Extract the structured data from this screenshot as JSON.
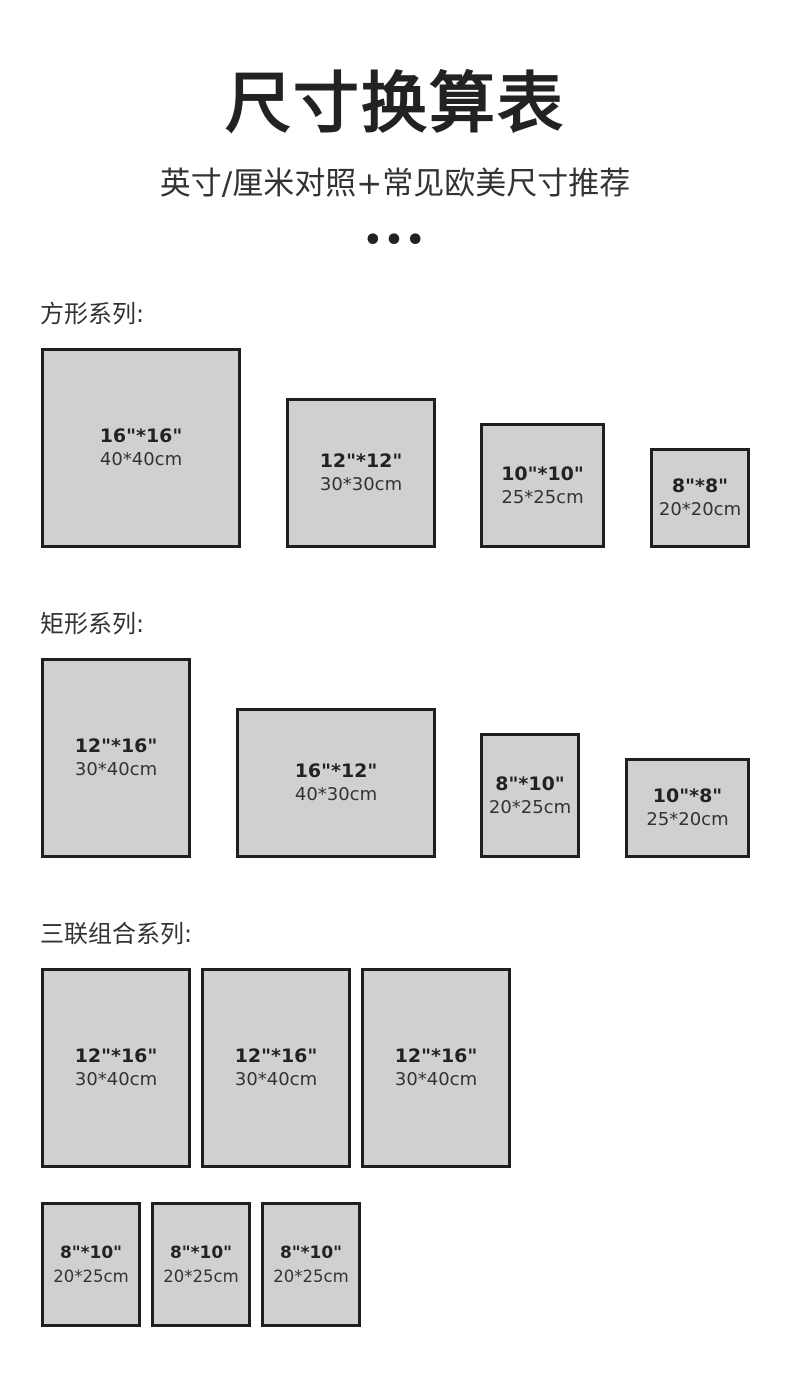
{
  "header": {
    "title": "尺寸换算表",
    "subtitle": "英寸/厘米对照+常见欧美尺寸推荐",
    "dots": "•••"
  },
  "square_series": {
    "label": "方形系列:",
    "frames": [
      {
        "inch": "16\"*16\"",
        "cm": "40*40cm"
      },
      {
        "inch": "12\"*12\"",
        "cm": "30*30cm"
      },
      {
        "inch": "10\"*10\"",
        "cm": "25*25cm"
      },
      {
        "inch": "8\"*8\"",
        "cm": "20*20cm"
      }
    ]
  },
  "rect_series": {
    "label": "矩形系列:",
    "frames": [
      {
        "inch": "12\"*16\"",
        "cm": "30*40cm"
      },
      {
        "inch": "16\"*12\"",
        "cm": "40*30cm"
      },
      {
        "inch": "8\"*10\"",
        "cm": "20*25cm"
      },
      {
        "inch": "10\"*8\"",
        "cm": "25*20cm"
      }
    ]
  },
  "triptych_series": {
    "label": "三联组合系列:",
    "large_frames": [
      {
        "inch": "12\"*16\"",
        "cm": "30*40cm"
      },
      {
        "inch": "12\"*16\"",
        "cm": "30*40cm"
      },
      {
        "inch": "12\"*16\"",
        "cm": "30*40cm"
      }
    ],
    "small_frames": [
      {
        "inch": "8\"*10\"",
        "cm": "20*25cm"
      },
      {
        "inch": "8\"*10\"",
        "cm": "20*25cm"
      },
      {
        "inch": "8\"*10\"",
        "cm": "20*25cm"
      }
    ]
  }
}
